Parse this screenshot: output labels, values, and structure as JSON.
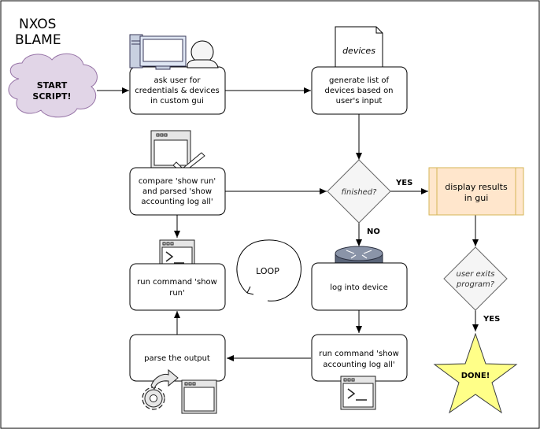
{
  "title": [
    "NXOS",
    "BLAME"
  ],
  "start": [
    "START",
    "SCRIPT!"
  ],
  "ask_user": [
    "ask user for",
    "credentials & devices",
    "in custom gui"
  ],
  "devices_doc": "devices",
  "generate_list": [
    "generate list of",
    "devices based on",
    "user's input"
  ],
  "compare": [
    "compare 'show run'",
    "and parsed 'show",
    "accounting log all'"
  ],
  "finished": "finished?",
  "yes_finished": "YES",
  "no_finished": "NO",
  "display_results": [
    "display results",
    "in gui"
  ],
  "run_show_run": [
    "run command 'show",
    "run'"
  ],
  "loop": "LOOP",
  "log_into_device": "log into device",
  "user_exits": [
    "user exits",
    "program?"
  ],
  "yes_exits": "YES",
  "parse_output": "parse the output",
  "run_accounting": [
    "run command 'show",
    "accounting log all'"
  ],
  "done": "DONE!",
  "colors": {
    "cloud_fill": "#e1d5e7",
    "cloud_stroke": "#9673a6",
    "display_fill": "#ffe6cc",
    "display_stroke": "#d6b656",
    "star_fill": "#ffff88",
    "star_stroke": "#36393d",
    "diamond_fill": "#f5f5f5",
    "diamond_stroke": "#666666"
  }
}
